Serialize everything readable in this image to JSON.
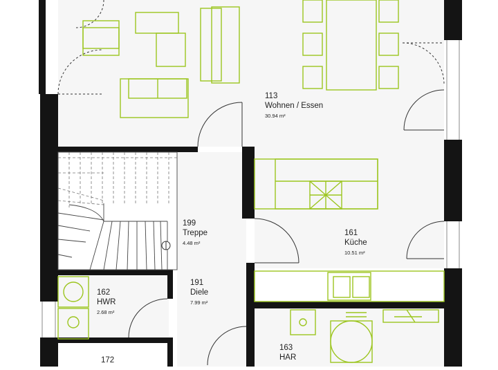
{
  "colors": {
    "wall": "#141414",
    "furniture": "#9cc51f",
    "floor": "#f6f6f6",
    "line": "#444444"
  },
  "rooms": [
    {
      "number": "113",
      "name": "Wohnen / Essen",
      "area": "30.94 m²"
    },
    {
      "number": "199",
      "name": "Treppe",
      "area": "4.48 m²"
    },
    {
      "number": "161",
      "name": "Küche",
      "area": "10.51 m²"
    },
    {
      "number": "162",
      "name": "HWR",
      "area": "2.68 m²"
    },
    {
      "number": "191",
      "name": "Diele",
      "area": "7.99 m²"
    },
    {
      "number": "163",
      "name": "HAR",
      "area": ""
    },
    {
      "number": "172",
      "name": "",
      "area": ""
    }
  ]
}
